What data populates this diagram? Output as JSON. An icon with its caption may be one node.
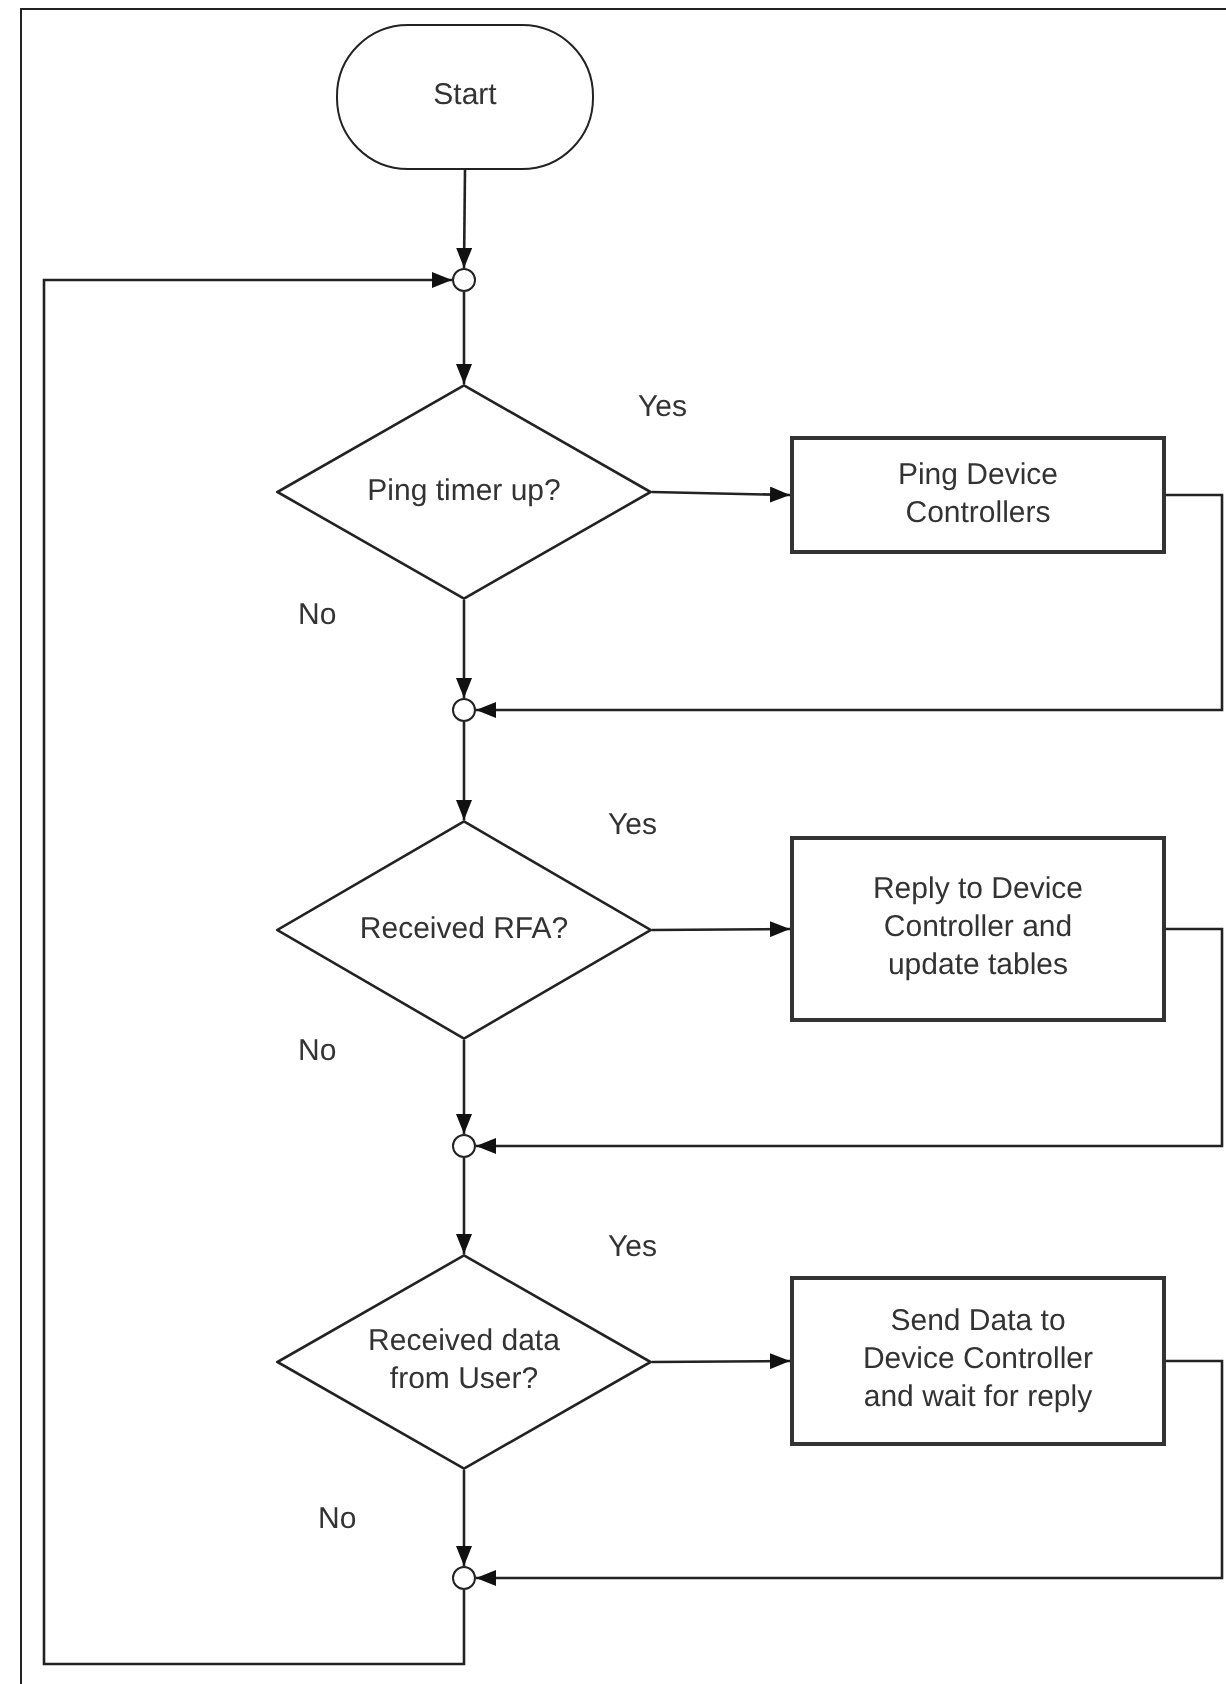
{
  "diagram": {
    "nodes": [
      {
        "text": [
          "Start"
        ]
      },
      {
        "text": [],
        "shape": "circle"
      },
      {
        "text": [
          "Ping timer up?"
        ]
      },
      {
        "text": [
          "Ping Device Controllers"
        ]
      },
      {
        "text": [],
        "shape": "circle"
      },
      {
        "text": [
          "Received RFA?"
        ]
      },
      {
        "text": [
          "Reply to Device Controller and update tables"
        ]
      },
      {
        "text": [],
        "shape": "circle"
      },
      {
        "text": [
          "Received data from User?"
        ]
      },
      {
        "text": [
          "Send Data to Device Controller and wait for reply"
        ]
      },
      {
        "text": [],
        "shape": "circle"
      }
    ],
    "edges": [
      {
        "from": 0,
        "to": 1,
        "arrow": "to"
      },
      {
        "from": 1,
        "to": 2,
        "arrow": "to"
      },
      {
        "from": 2,
        "to": 3,
        "arrow": "to",
        "label": "Yes"
      },
      {
        "from": 2,
        "to": 4,
        "arrow": "to",
        "label": "No"
      },
      {
        "from": 3,
        "to": 4,
        "arrow": "to"
      },
      {
        "from": 4,
        "to": 5,
        "arrow": "to"
      },
      {
        "from": 5,
        "to": 6,
        "arrow": "to",
        "label": "Yes"
      },
      {
        "from": 5,
        "to": 7,
        "arrow": "to",
        "label": "No"
      },
      {
        "from": 6,
        "to": 7,
        "arrow": "to"
      },
      {
        "from": 7,
        "to": 8,
        "arrow": "to"
      },
      {
        "from": 8,
        "to": 9,
        "arrow": "to",
        "label": "Yes"
      },
      {
        "from": 8,
        "to": 10,
        "arrow": "to",
        "label": "No"
      },
      {
        "from": 9,
        "to": 10,
        "arrow": "to"
      },
      {
        "from": 10,
        "to": 1,
        "arrow": "to"
      }
    ]
  }
}
